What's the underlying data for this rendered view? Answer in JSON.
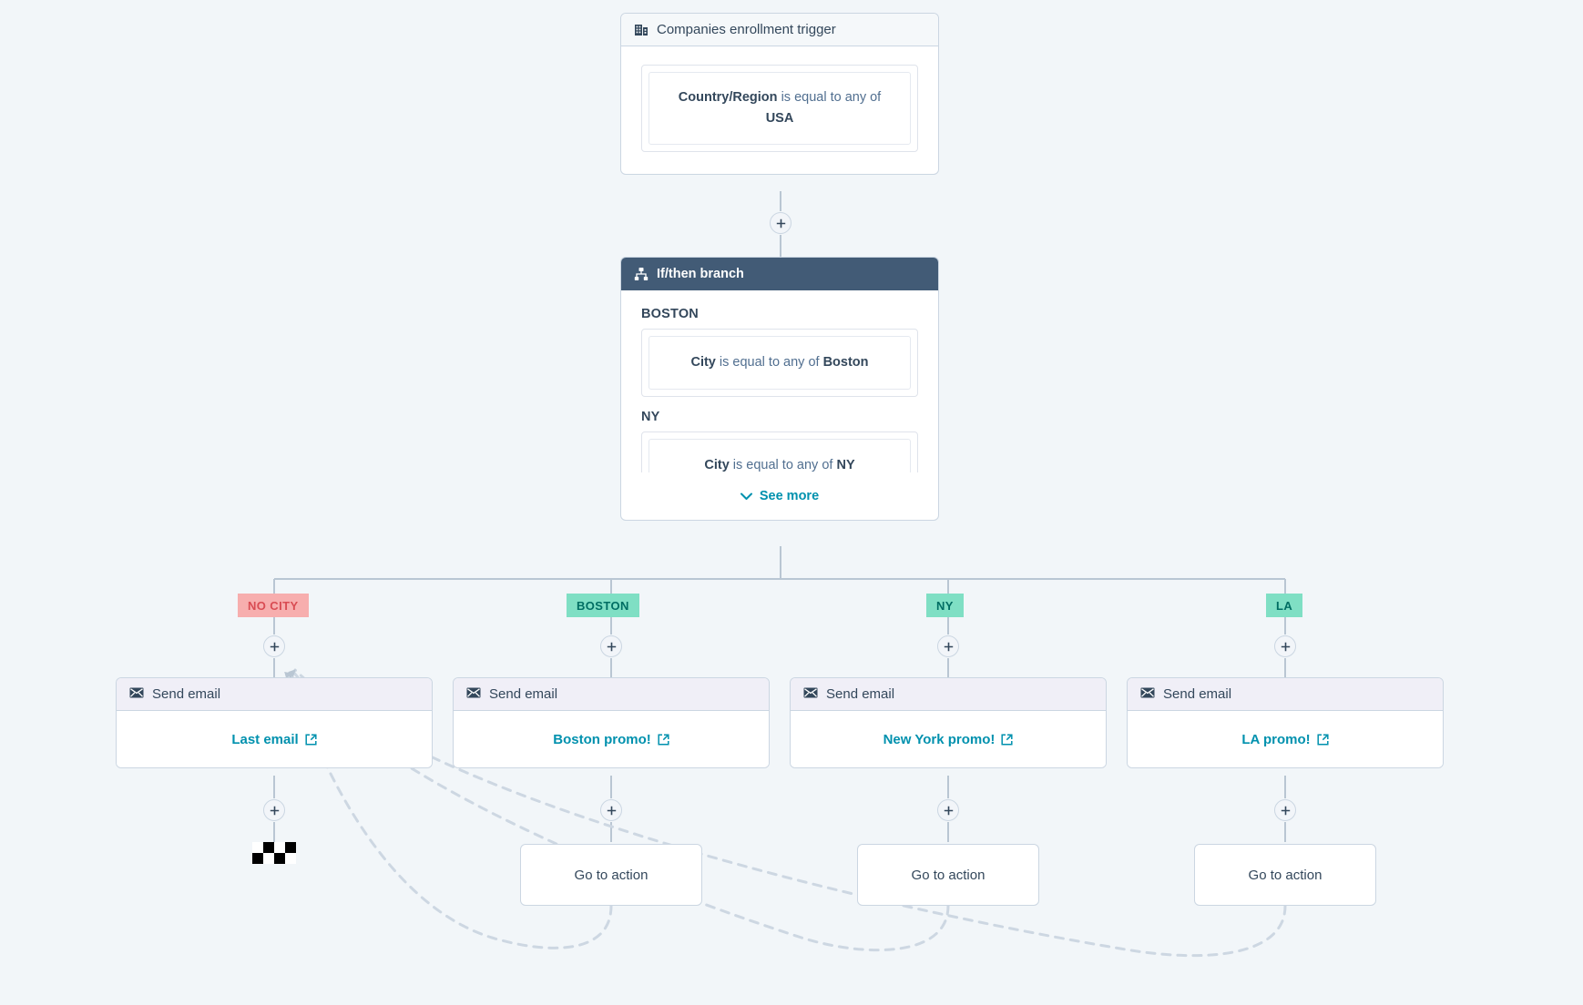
{
  "canvas": {
    "background": "#f2f6f9"
  },
  "trigger": {
    "icon": "company-building-icon",
    "title": "Companies enrollment trigger",
    "filter": {
      "property": "Country/Region",
      "operator": "is equal to any of",
      "value": "USA"
    }
  },
  "branch_node": {
    "icon": "sitemap-branch-icon",
    "title": "If/then branch",
    "branches": [
      {
        "name": "BOSTON",
        "property": "City",
        "operator": "is equal to any of",
        "value": "Boston"
      },
      {
        "name": "NY",
        "property": "City",
        "operator": "is equal to any of",
        "value": "NY"
      }
    ],
    "see_more_label": "See more",
    "see_more_icon": "chevron-down-icon"
  },
  "branch_labels": [
    {
      "text": "NO CITY",
      "color": "#f7aeae",
      "text_color": "#d94c53"
    },
    {
      "text": "BOSTON",
      "color": "#7fdfc4",
      "text_color": "#006e63"
    },
    {
      "text": "NY",
      "color": "#7fdfc4",
      "text_color": "#006e63"
    },
    {
      "text": "LA",
      "color": "#7fdfc4",
      "text_color": "#006e63"
    }
  ],
  "email_cards": [
    {
      "header": "Send email",
      "icon": "envelope-icon",
      "link": "Last email",
      "link_icon": "external-link-icon"
    },
    {
      "header": "Send email",
      "icon": "envelope-icon",
      "link": "Boston promo!",
      "link_icon": "external-link-icon"
    },
    {
      "header": "Send email",
      "icon": "envelope-icon",
      "link": "New York promo!",
      "link_icon": "external-link-icon"
    },
    {
      "header": "Send email",
      "icon": "envelope-icon",
      "link": "LA promo!",
      "link_icon": "external-link-icon"
    }
  ],
  "goto_cards": [
    {
      "label": "Go to action"
    },
    {
      "label": "Go to action"
    },
    {
      "label": "Go to action"
    }
  ],
  "end_marker": {
    "icon": "checkered-flag-icon"
  },
  "plus_buttons": {
    "label": "+",
    "count": 6
  },
  "colors": {
    "accent_link": "#0091ae",
    "header_dark": "#425b76",
    "text_primary": "#33475b",
    "text_secondary": "#516f90",
    "border": "#cbd6e2",
    "wire": "#b9c6d3",
    "email_header": "#f0eff7"
  }
}
